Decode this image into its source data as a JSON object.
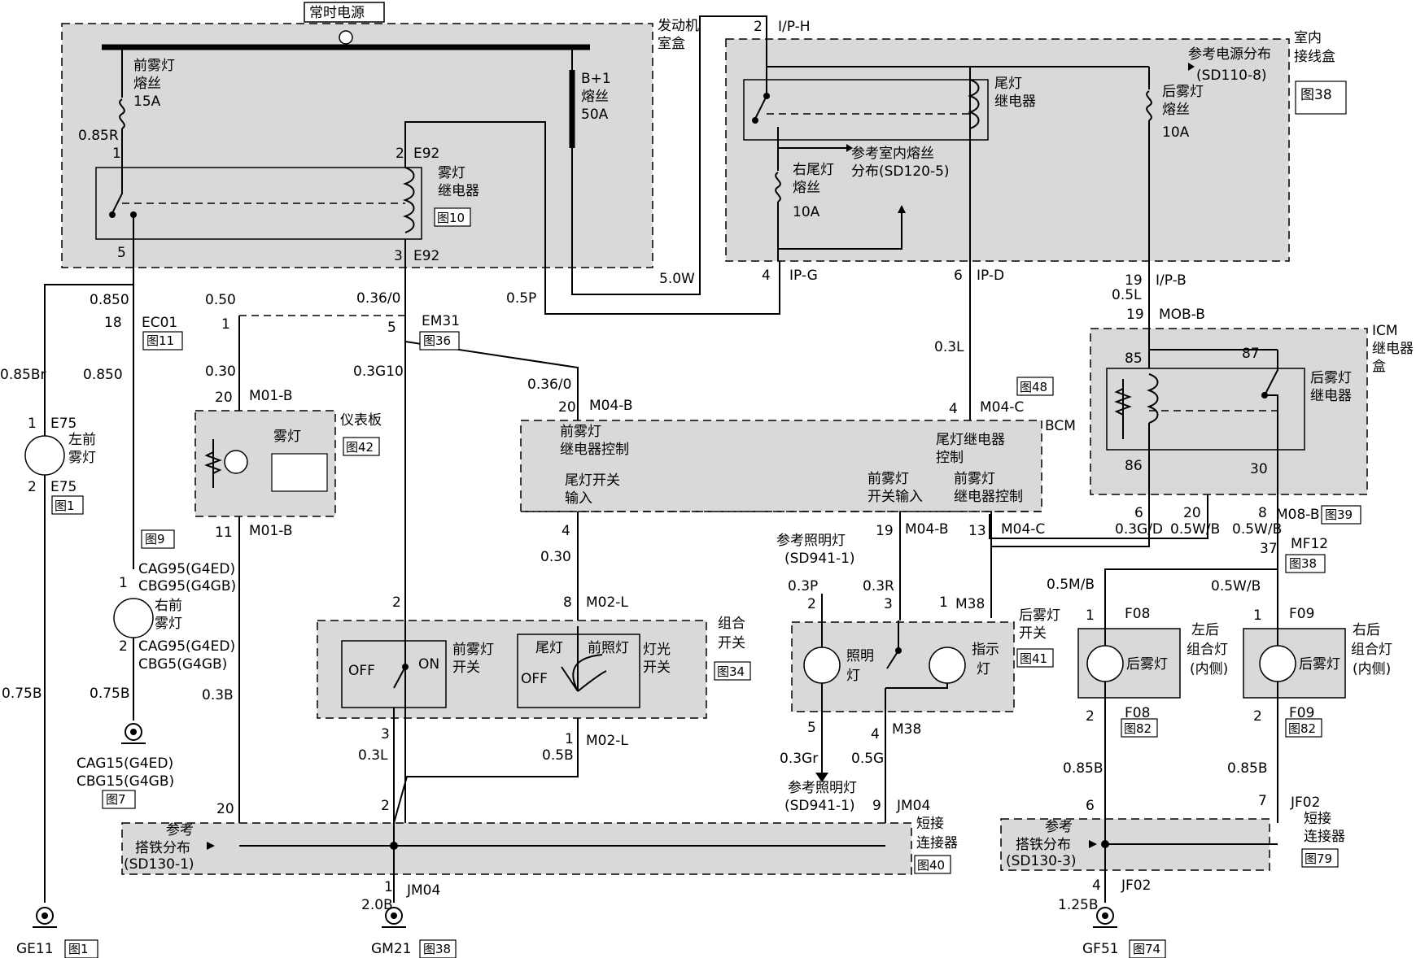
{
  "title": "常时电源",
  "boxes": {
    "engine_box": {
      "label1": "发动机",
      "label2": "室盒"
    },
    "indoor_box": {
      "label1": "室内",
      "label2": "接线盒",
      "ref": "图38"
    },
    "icm_box": {
      "label1": "ICM",
      "label2": "继电器",
      "label3": "盒"
    },
    "bcm": {
      "label": "BCM",
      "ref": "图48"
    }
  },
  "fuses": {
    "front_fog": {
      "l1": "前雾灯",
      "l2": "熔丝",
      "l3": "15A"
    },
    "b1": {
      "l1": "B+1",
      "l2": "熔丝",
      "l3": "50A"
    },
    "right_tail": {
      "l1": "右尾灯",
      "l2": "熔丝",
      "l3": "10A"
    },
    "rear_fog": {
      "l1": "后雾灯",
      "l2": "熔丝",
      "l3": "10A"
    }
  },
  "relays": {
    "fog": {
      "l1": "雾灯",
      "l2": "继电器",
      "ref": "图10"
    },
    "tail": {
      "l1": "尾灯",
      "l2": "继电器"
    },
    "rear_fog": {
      "l1": "后雾灯",
      "l2": "继电器"
    }
  },
  "refs_text": {
    "power_dist": "参考电源分布",
    "power_dist_code": "(SD110-8)",
    "indoor_fuse": "参考室内熔丝",
    "indoor_fuse2": "分布(SD120-5)",
    "lighting1": "参考照明灯",
    "lighting1_code": "(SD941-1)",
    "lighting2": "参考照明灯",
    "lighting2_code": "(SD941-1)",
    "ground1a": "参考",
    "ground1b": "搭铁分布",
    "ground1c": "(SD130-1)",
    "ground2a": "参考",
    "ground2b": "搭铁分布",
    "ground2c": "(SD130-3)"
  },
  "bcm_labels": {
    "front_relay_ctrl1": "前雾灯",
    "front_relay_ctrl2": "继电器控制",
    "tail_switch1": "尾灯开关",
    "tail_switch2": "输入",
    "tail_relay1": "尾灯继电器",
    "tail_relay2": "控制",
    "front_switch1": "前雾灯",
    "front_switch2": "开关输入",
    "front_relay_out1": "前雾灯",
    "front_relay_out2": "继电器控制"
  },
  "components": {
    "left_front_fog": {
      "l1": "左前",
      "l2": "雾灯",
      "ref": "图1"
    },
    "right_front_fog": {
      "l1": "右前",
      "l2": "雾灯"
    },
    "instrument": {
      "name": "雾灯",
      "label": "仪表板",
      "ref": "图42"
    },
    "combo_switch": {
      "l1": "组合",
      "l2": "开关",
      "ref": "图34",
      "off1": "OFF",
      "on": "ON",
      "fog_sw1": "前雾灯",
      "fog_sw2": "开关",
      "tail": "尾灯",
      "head": "前照灯",
      "off2": "OFF",
      "light1": "灯光",
      "light2": "开关"
    },
    "rear_fog_switch": {
      "l1": "后雾灯",
      "l2": "开关",
      "ref": "图41",
      "illum1": "照明",
      "illum2": "灯",
      "ind1": "指示",
      "ind2": "灯"
    },
    "left_rear": {
      "name": "后雾灯",
      "l1": "左后",
      "l2": "组合灯",
      "l3": "(内侧)",
      "ref": "图82"
    },
    "right_rear": {
      "name": "后雾灯",
      "l1": "右后",
      "l2": "组合灯",
      "l3": "(内侧)",
      "ref": "图82"
    },
    "jm04": {
      "l1": "短接",
      "l2": "连接器",
      "ref": "图40"
    },
    "jf02": {
      "l1": "短接",
      "l2": "连接器",
      "ref": "图79"
    }
  },
  "connectors": {
    "e92a": "E92",
    "e92b": "E92",
    "iph": "I/P-H",
    "ipg": "IP-G",
    "ipd": "IP-D",
    "ipb": "I/P-B",
    "mobb": "MOB-B",
    "ec01": "EC01",
    "em31": "EM31",
    "m01b_top": "M01-B",
    "m01b_bot": "M01-B",
    "m04b_top": "M04-B",
    "m04c_top": "M04-C",
    "m04b_mid": "M04-B",
    "m04c_mid": "M04-C",
    "m02l_top": "M02-L",
    "m02l_bot": "M02-L",
    "m38_top": "M38",
    "m38_bot": "M38",
    "m08b": "M08-B",
    "mf12": "MF12",
    "f08a": "F08",
    "f08b": "F08",
    "f09a": "F09",
    "f09b": "F09",
    "e75a": "E75",
    "e75b": "E75",
    "jm04a": "JM04",
    "jm04b": "JM04",
    "jf02a": "JF02",
    "jf02b": "JF02",
    "cag95a": "CAG95(G4ED)",
    "cbg95a": "CBG95(G4GB)",
    "cag95b": "CAG95(G4ED)",
    "cbg5": "CBG5(G4GB)",
    "cag15": "CAG15(G4ED)",
    "cbg15": "CBG15(G4GB)"
  },
  "pins": {
    "p1a": "1",
    "p2a": "2",
    "p5a": "5",
    "p3a": "3",
    "p2iph": "2",
    "p4ipg": "4",
    "p6ipd": "6",
    "p19ipb": "19",
    "p18": "18",
    "p1em": "1",
    "p5em": "5",
    "p19mob": "19",
    "p85": "85",
    "p87": "87",
    "p86": "86",
    "p30": "30",
    "p20m01": "20",
    "p11m01": "11",
    "p20m04": "20",
    "p4m04c": "4",
    "p4bcm": "4",
    "p19bcm": "19",
    "p13bcm": "13",
    "p6icm": "6",
    "p20icm": "20",
    "p8icm": "8",
    "p37": "37",
    "p1e75": "1",
    "p2e75": "2",
    "p1cag": "1",
    "p2cag": "2",
    "p2cs": "2",
    "p8cs": "8",
    "p3cs": "3",
    "p1cs": "1",
    "p2rf": "2",
    "p3rf": "3",
    "p1rf": "1",
    "p5rf": "5",
    "p4rf": "4",
    "p1f08": "1",
    "p2f08": "2",
    "p1f09": "1",
    "p2f09": "2",
    "p20j": "20",
    "p2j": "2",
    "p9j": "9",
    "p1j": "1",
    "p6jf": "6",
    "p7jf": "7",
    "p4jf": "4"
  },
  "wires": {
    "w085R": "0.85R",
    "w50W": "5.0W",
    "w05P": "0.5P",
    "w05L": "0.5L",
    "w0850a": "0.850",
    "w050": "0.50",
    "w036a": "0.36/0",
    "w0850b": "0.850",
    "w085Br": "0.85Br",
    "w030a": "0.30",
    "w03G10": "0.3G10",
    "w036b": "0.36/0",
    "w03L": "0.3L",
    "w030b": "0.30",
    "w03G": "0.3G/D",
    "w05WB1": "0.5W/B",
    "w05WB2": "0.5W/B",
    "w05MB": "0.5M/B",
    "w05WB3": "0.5W/B",
    "w03P": "0.3P",
    "w03R": "0.3R",
    "w075B1": "0.75B",
    "w075B2": "0.75B",
    "w03B": "0.3B",
    "w03Lb": "0.3L",
    "w05B": "0.5B",
    "w03Gr": "0.3Gr",
    "w05G": "0.5G",
    "w085B1": "0.85B",
    "w085B2": "0.85B",
    "w20B": "2.0B",
    "w125B": "1.25B"
  },
  "grounds": {
    "ge11": "GE11",
    "ge11_ref": "图1",
    "gm21": "GM21",
    "gm21_ref": "图38",
    "gf51": "GF51",
    "gf51_ref": "图74",
    "cag15_ref": "图7",
    "fig9": "图9",
    "fig11": "图11",
    "fig36": "图36",
    "fig39": "图39",
    "fig38b": "图38"
  }
}
